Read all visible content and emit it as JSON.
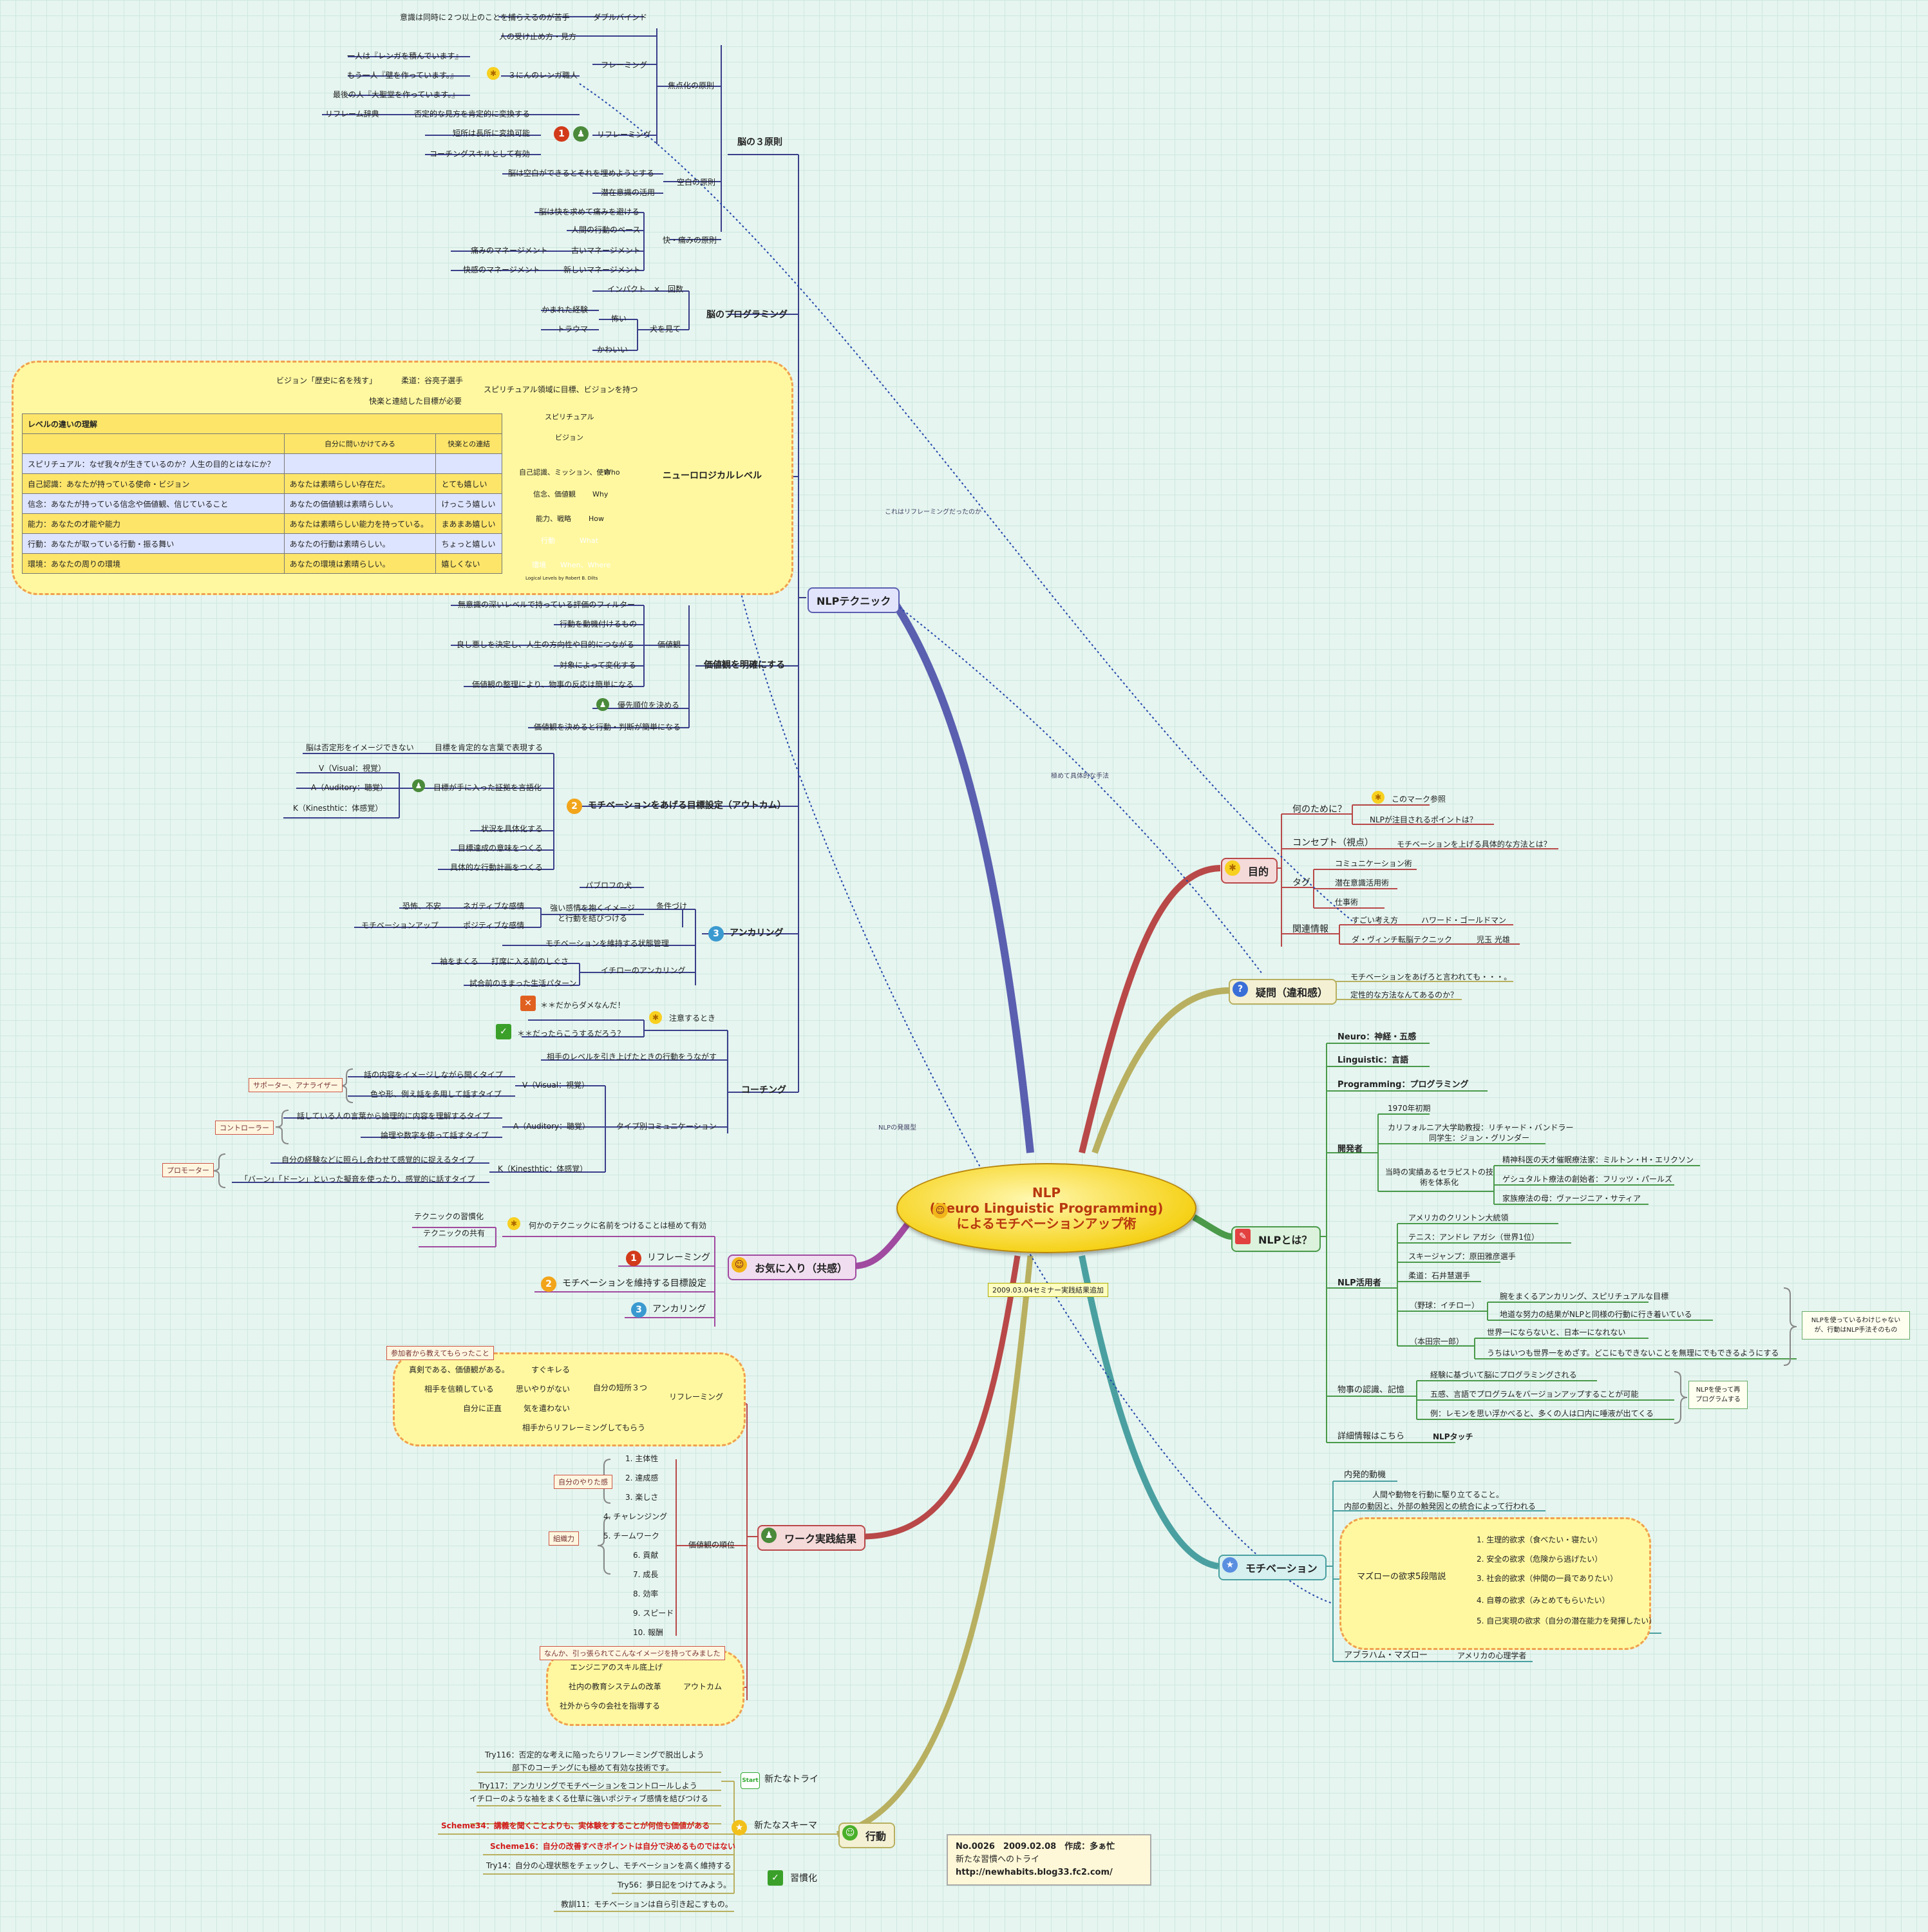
{
  "colors": {
    "nlp_tech": "#5a5fb0",
    "purpose": "#b94848",
    "doubt": "#b8b060",
    "whatis": "#4a9a4a",
    "motivation": "#4aa0a0",
    "favorite": "#a04aa0",
    "practice": "#b94848",
    "action": "#b8b060",
    "node_line": "#3a3f8a"
  },
  "center": {
    "line1": "NLP",
    "line2": "(Neuro Linguistic Programming)",
    "line3": "によるモチベーションアップ術",
    "stamp": "2009.03.04セミナー実践結果追加"
  },
  "info": {
    "line1": "No.0026　2009.02.08　作成：多ぁ忙",
    "line2": "新たな習慣へのトライ",
    "line3": "http://newhabits.blog33.fc2.com/"
  },
  "main": {
    "nlp_tech": "NLPテクニック",
    "purpose": "目的",
    "doubt": "疑問（違和感）",
    "whatis": "NLPとは？",
    "motivation": "モチベーション",
    "favorite": "お気に入り（共感）",
    "practice": "ワーク実践結果",
    "action": "行動"
  },
  "dash_notes": {
    "a": "これはリフレーミングだったのか",
    "b": "極めて具体的な手法",
    "c": "NLPの発展型"
  },
  "tech": {
    "brain3": "脳の３原則",
    "focus": "焦点化の原則",
    "double_bind": "ダブルバインド",
    "double_bind_desc": "意識は同時に２つ以上のことを捕らえるのが苦手",
    "framing": "フレーミング",
    "framing_a": "人の受け止め方・見方",
    "bricks": "３にんのレンガ職人",
    "brick1": "一人は『レンガを積んでいます』",
    "brick2": "もう一人『壁を作っています。』",
    "brick3": "最後の人『大聖堂を作っています。』",
    "reframe_dict": "リフレーム辞典",
    "reframe_dict_desc": "否定的な見方を肯定的に変換する",
    "reframing": "リフレーミング",
    "reframing_a": "短所は長所に変換可能",
    "reframing_b": "コーチングスキルとして有効",
    "blank": "空白の原則",
    "blank_a": "脳は空白ができるとそれを埋めようとする",
    "blank_b": "潜在意識の活用",
    "pleasure": "快・痛みの原則",
    "pleasure_a": "脳は快を求めて痛みを避ける",
    "pleasure_b": "人間の行動のベース",
    "pleasure_c": "古いマネージメント",
    "pleasure_c_l": "痛みのマネージメント",
    "pleasure_d": "新しいマネージメント",
    "pleasure_d_l": "快感のマネージメント",
    "programming": "脳のプログラミング",
    "impact": "インパクト　×　回数",
    "dog": "犬を見て",
    "dog_scary": "怖い",
    "bitten": "かまれた経験",
    "trauma": "トラウマ",
    "cute": "かわいい",
    "neuro": "ニューロロジカルレベル",
    "spiritual": "スピリチュアル領域に目標、ビジョンを持つ",
    "vision": "ビジョン「歴史に名を残す」",
    "judo": "柔道：谷亮子選手",
    "pleasure_goal": "快楽と連結した目標が必要",
    "table_title": "レベルの違いの理解",
    "table_h1": "自分に問いかけてみる",
    "table_h2": "快楽との連結",
    "rows": [
      {
        "a": "スピリチュアル：なぜ我々が生きているのか？人生の目的とはなにか？",
        "b": "",
        "c": "",
        "cls": "b"
      },
      {
        "a": "自己認識：あなたが持っている使命・ビジョン",
        "b": "あなたは素晴らしい存在だ。",
        "c": "とても嬉しい",
        "cls": "y"
      },
      {
        "a": "信念：あなたが持っている信念や価値観、信じていること",
        "b": "あなたの価値観は素晴らしい。",
        "c": "けっこう嬉しい",
        "cls": "b"
      },
      {
        "a": "能力：あなたの才能や能力",
        "b": "あなたは素晴らしい能力を持っている。",
        "c": "まあまあ嬉しい",
        "cls": "y"
      },
      {
        "a": "行動：あなたが取っている行動・振る舞い",
        "b": "あなたの行動は素晴らしい。",
        "c": "ちょっと嬉しい",
        "cls": "b"
      },
      {
        "a": "環境：あなたの周りの環境",
        "b": "あなたの環境は素晴らしい。",
        "c": "嬉しくない",
        "cls": "y"
      }
    ],
    "pyr": {
      "spiritual": "スピリチュアル",
      "vision": "ビジョン",
      "identity": "自己認識、ミッション、使命",
      "who": "Who",
      "belief": "信念、価値観",
      "why": "Why",
      "ability": "能力、戦略",
      "how": "How",
      "action": "行動",
      "what": "What",
      "env": "環境",
      "wherewhen": "When、Where",
      "caption": "Logical Levels by Robert B. Dilts"
    },
    "values": "価値観を明確にする",
    "values_node": "価値観",
    "values_a": "無意識の深いレベルで持っている評価のフィルター",
    "values_b": "行動を動機付けるもの",
    "values_c": "良し悪しを決定し、人生の方向性や目的につながる",
    "values_d": "対象によって変化する",
    "values_e": "価値観の整理により、物事の反応は簡単になる",
    "values_f": "優先順位を決める",
    "values_g": "価値観を決めると行動・判断が簡単になる",
    "outcome": "モチベーションをあげる目標設定（アウトカム）",
    "outcome_a": "目標を肯定的な言葉で表現する",
    "outcome_a_l": "脳は否定形をイメージできない",
    "outcome_b": "目標が手に入った証拠を言語化",
    "vak_v": "V（Visual：視覚）",
    "vak_a": "A（Auditory：聴覚）",
    "vak_k": "K（Kinesthtic：体感覚）",
    "outcome_c": "状況を具体化する",
    "outcome_d": "目標達成の意味をつくる",
    "outcome_e": "具体的な行動計画をつくる",
    "anchoring": "アンカリング",
    "cond": "条件づけ",
    "pavlov": "パブロフの犬",
    "strong": "強い感情を抱くイメージと行動を結びつける",
    "neg": "ネガティブな感情",
    "neg_l": "恐怖、不安",
    "pos": "ポジティブな感情",
    "pos_l": "モチベーションアップ",
    "state": "モチベーションを維持する状態管理",
    "ichiro": "イチローのアンカリング",
    "ichiro_a": "打席に入る前のしぐさ",
    "ichiro_a_l": "袖をまくる",
    "ichiro_b": "試合前のきまった生活パターン",
    "coaching": "コーチング",
    "attention": "注意するとき",
    "bad": "＊＊だからダメなんだ！",
    "good": "＊＊だったらこうするだろう？",
    "coach_a": "相手のレベルを引き上げたときの行動をうながす",
    "type_comm": "タイプ別コミュニケーション",
    "tv": "V（Visual：視覚）",
    "tv_a": "話の内容をイメージしながら聞くタイプ",
    "tv_b": "色や形、例え話を多用して話すタイプ",
    "tv_l": "サポーター、アナライザー",
    "ta": "A（Auditory：聴覚）",
    "ta_a": "話している人の言葉から論理的に内容を理解するタイプ",
    "ta_b": "論理や数字を使って話すタイプ",
    "ta_l": "コントローラー",
    "tk": "K（Kinesthtic：体感覚）",
    "tk_a": "自分の経験などに照らし合わせて感覚的に捉えるタイプ",
    "tk_b": "「バーン」「ドーン」といった擬音を使ったり、感覚的に話すタイプ",
    "tk_l": "プロモーター"
  },
  "fav": {
    "a": "何かのテクニックに名前をつけることは極めて有効",
    "a1": "テクニックの習慣化",
    "a2": "テクニックの共有",
    "b": "リフレーミング",
    "c": "モチベーションを維持する目標設定",
    "d": "アンカリング"
  },
  "practice": {
    "reframing": "リフレーミング",
    "note": "参加者から教えてもらったこと",
    "short3": "自分の短所３つ",
    "s1": "真剣である、価値観がある。",
    "s1r": "すぐキレる",
    "s2": "相手を信頼している",
    "s2r": "思いやりがない",
    "s3": "自分に正直",
    "s3r": "気を遣わない",
    "s4": "相手からリフレーミングしてもらう",
    "order": "価値観の順位",
    "items": [
      "1. 主体性",
      "2. 達成感",
      "3. 楽しさ",
      "4. チャレンジング",
      "5. チームワーク",
      "6. 貢献",
      "7. 成長",
      "8. 効率",
      "9. スピード",
      "10. 報酬"
    ],
    "g1": "自分のやりた感",
    "g2": "組織力",
    "outcome": "アウトカム",
    "onote": "なんか、引っ張られてこんなイメージを持ってみました",
    "o1": "エンジニアのスキル底上げ",
    "o2": "社内の教育システムの改革",
    "o3": "社外から今の会社を指導する"
  },
  "action": {
    "newtry": "新たなトライ",
    "try116": "Try116：否定的な考えに陥ったらリフレーミングで脱出しよう",
    "try116b": "部下のコーチングにも極めて有効な技術です。",
    "try117": "Try117：アンカリングでモチベーションをコントロールしよう",
    "try117b": "イチローのような袖をまくる仕草に強いポジティブ感情を結びつける",
    "scheme": "新たなスキーマ",
    "scheme34": "Scheme34：講義を聞くことよりも、実体験をすることが何倍も価値がある",
    "habit": "習慣化",
    "scheme16": "Scheme16：自分の改善すべきポイントは自分で決めるものではない",
    "try14": "Try14：自分の心理状態をチェックし、モチベーションを高く維持する",
    "try56": "Try56：夢日記をつけてみよう。",
    "lesson11": "教訓11：モチベーションは自ら引き起こすもの。"
  },
  "purpose": {
    "why": "何のために？",
    "why_a": "このマーク参照",
    "why_b": "NLPが注目されるポイントは？",
    "concept": "コンセプト（視点）",
    "concept_a": "モチベーションを上げる具体的な方法とは？",
    "tag": "タグ",
    "tag_a": "コミュニケーション術",
    "tag_b": "潜在意識活用術",
    "tag_c": "仕事術",
    "rel": "関連情報",
    "rel_a": "すごい考え方",
    "rel_a_r": "ハワード・ゴールドマン",
    "rel_b": "ダ・ヴィンチ転脳テクニック",
    "rel_b_r": "児玉 光雄"
  },
  "doubt": {
    "a": "モチベーションをあげろと言われても・・・。",
    "b": "定性的な方法なんてあるのか？"
  },
  "whatis": {
    "neuro": "Neuro：神経・五感",
    "ling": "Linguistic：言語",
    "prog": "Programming：プログラミング",
    "dev": "開発者",
    "dev_a": "1970年初期",
    "dev_b": "カリフォルニア大学助教授：リチャード・バンドラー",
    "dev_c": "同学生：ジョン・グリンダー",
    "dev_d": "当時の実績あるセラピストの技術を体系化",
    "dev_d1": "精神科医の天才催眠療法家：ミルトン・H・エリクソン",
    "dev_d2": "ゲシュタルト療法の創始者：フリッツ・パールズ",
    "dev_d3": "家族療法の母：ヴァージニア・サティア",
    "users": "NLP活用者",
    "u1": "アメリカのクリントン大統領",
    "u2": "テニス：アンドレ アガシ（世界1位）",
    "u3": "スキージャンプ：原田雅彦選手",
    "u4": "柔道：石井慧選手",
    "u5": "（野球：イチロー）",
    "u5a": "腕をまくるアンカリング、スピリチュアルな目標",
    "u5b": "地道な努力の結果がNLPと同様の行動に行き着いている",
    "u6": "（本田宗一郎）",
    "u6a": "世界一にならないと、日本一になれない",
    "u6b": "うちはいつも世界一をめざす。どこにもできないことを無理にでもできるようにする",
    "u_note": "NLPを使っているわけじゃないが、行動はNLP手法そのもの",
    "recog": "物事の認識、記憶",
    "r1": "経験に基づいて脳にプログラミングされる",
    "r2": "五感、言語でプログラムをバージョンアップすることが可能",
    "r3": "例：レモンを思い浮かべると、多くの人は口内に唾液が出てくる",
    "r_note": "NLPを使って再プログラムする",
    "detail": "詳細情報はこちら",
    "detail_a": "NLPタッチ"
  },
  "moti": {
    "inner": "内発的動機",
    "inner_a": "人間や動物を行動に駆り立てること。",
    "inner_b": "内部の動因と、外部の触発因との統合によって行われる",
    "maslow": "マズローの欲求5段階説",
    "m1": "1. 生理的欲求（食べたい・寝たい）",
    "m2": "2. 安全の欲求（危険から逃げたい）",
    "m3": "3. 社会的欲求（仲間の一員でありたい）",
    "m4": "4. 自尊の欲求（みとめてもらいたい）",
    "m5": "5. 自己実現の欲求（自分の潜在能力を発揮したい）",
    "abraham": "アブラハム・マズロー",
    "abraham_a": "アメリカの心理学者"
  }
}
